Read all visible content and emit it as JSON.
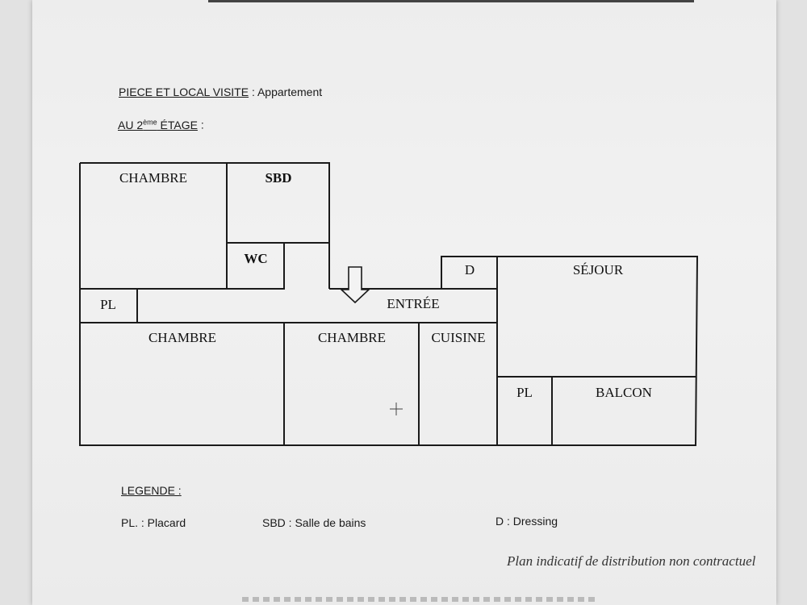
{
  "header": {
    "piece_label": "PIECE ET LOCAL VISITE",
    "piece_sep": " : ",
    "piece_value": "Appartement",
    "floor_prefix": "AU 2",
    "floor_sup": "ème",
    "floor_suffix": " ÉTAGE",
    "floor_colon": " :"
  },
  "plan": {
    "rooms": {
      "chambre_1": "CHAMBRE",
      "sbd": "SBD",
      "wc": "WC",
      "pl_1": "PL",
      "chambre_2": "CHAMBRE",
      "chambre_3": "CHAMBRE",
      "cuisine": "CUISINE",
      "entree": "ENTRÉE",
      "d": "D",
      "sejour": "SÉJOUR",
      "pl_2": "PL",
      "balcon": "BALCON"
    }
  },
  "legend": {
    "title": "LEGENDE :",
    "items": [
      "PL. : Placard",
      "SBD : Salle de bains",
      "D : Dressing"
    ]
  },
  "disclaimer": "Plan indicatif de distribution non contractuel",
  "colors": {
    "line": "#1a1a1a",
    "paper": "#efefef"
  }
}
